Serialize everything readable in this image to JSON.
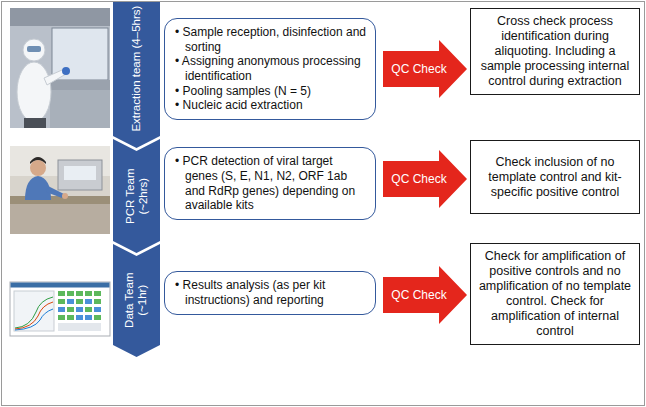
{
  "diagram": {
    "nodes": [
      {
        "text": [
          "Extraction team (4–5hrs)"
        ]
      },
      {
        "text": [
          "• Sample reception, disinfection and sorting",
          "• Assigning anonymous processing identification",
          "• Pooling samples (N = 5)",
          "• Nucleic acid extraction"
        ]
      },
      {
        "text": [
          "QC Check"
        ]
      },
      {
        "text": [
          "Cross check process identification during aliquoting. Including a sample processing internal control during extraction"
        ]
      },
      {
        "text": [
          "PCR Team (~2hrs)"
        ]
      },
      {
        "text": [
          "• PCR detection of viral target genes (S, E, N1, N2, ORF 1ab and RdRp genes) depending on available kits"
        ]
      },
      {
        "text": [
          "QC Check"
        ]
      },
      {
        "text": [
          "Check inclusion of no template control and kit-specific positive control"
        ]
      },
      {
        "text": [
          "Data Team (~1hr)"
        ]
      },
      {
        "text": [
          "• Results analysis (as per kit instructions) and reporting"
        ]
      },
      {
        "text": [
          "QC Check"
        ]
      },
      {
        "text": [
          "Check for amplification of positive controls and no amplification of no template control. Check for amplification of internal control"
        ]
      }
    ]
  }
}
